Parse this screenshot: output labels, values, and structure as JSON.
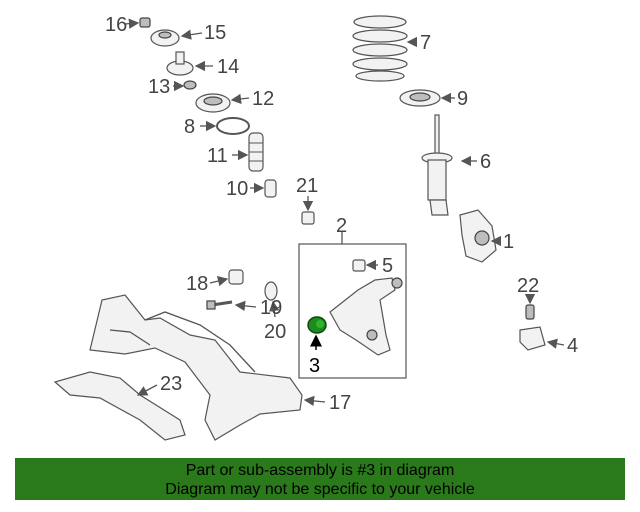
{
  "callouts": [
    "1",
    "2",
    "3",
    "4",
    "5",
    "6",
    "7",
    "8",
    "9",
    "10",
    "11",
    "12",
    "13",
    "14",
    "15",
    "16",
    "17",
    "18",
    "19",
    "20",
    "21",
    "22",
    "23"
  ],
  "highlight_part": "3",
  "banner": {
    "line1": "Part or sub-assembly is #3 in diagram",
    "line2": "Diagram may not be specific to your vehicle",
    "color": "#2a7a1b"
  },
  "highlight_color": "#1f8a1f"
}
